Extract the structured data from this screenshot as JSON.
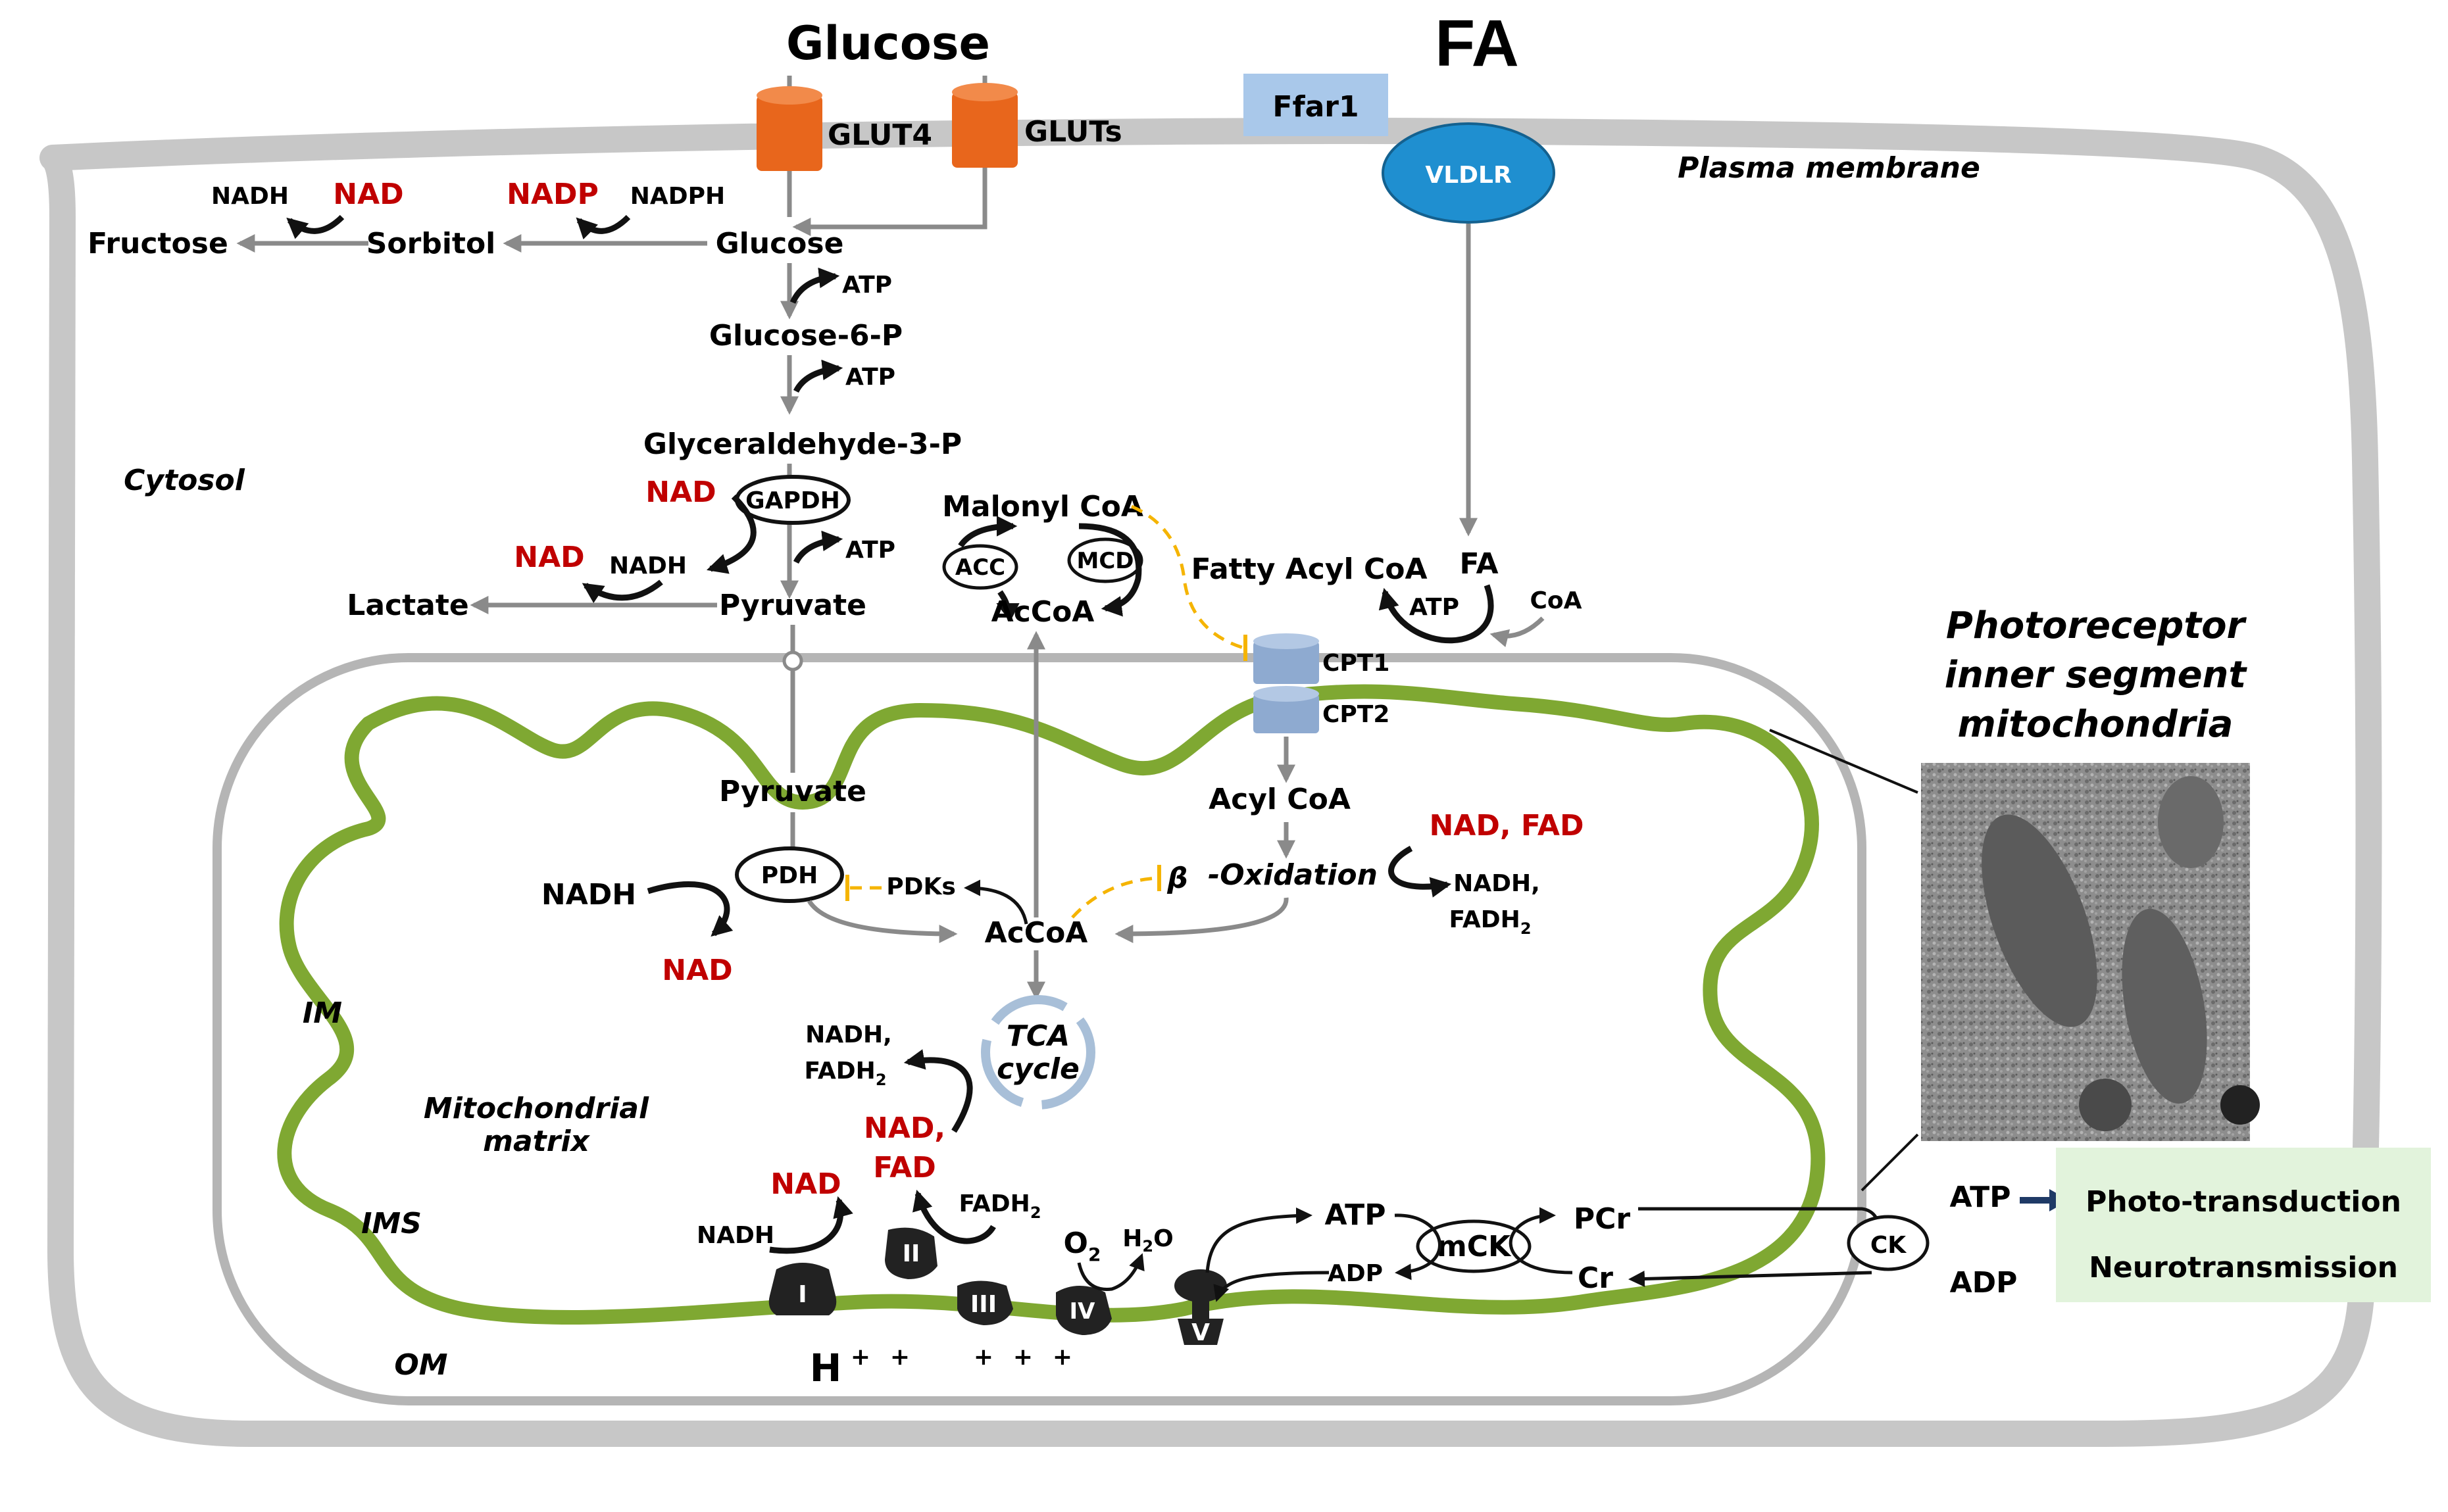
{
  "colors": {
    "membrane": "#c7c7c7",
    "mito_outer": "#bdbdbd",
    "inner_membrane": "#7fa832",
    "glut": "#e8661c",
    "vldlr": "#1f8fd0",
    "ffar1": "#a9c8ea",
    "cpt": "#8eaad0",
    "red_text": "#c00000",
    "output_box": "#e2f3dc",
    "inhibition": "#f5b400",
    "arrow_blue": "#1f3a66"
  },
  "top": {
    "glucose": "Glucose",
    "fa": "FA"
  },
  "membrane": {
    "glut4": "GLUT4",
    "gluts": "GLUTs",
    "ffar1": "Ffar1",
    "vldlr": "VLDLR",
    "plasma_membrane": "Plasma membrane",
    "cytosol": "Cytosol"
  },
  "polyol": {
    "nadh": "NADH",
    "nad": "NAD",
    "nadp": "NADP",
    "nadph": "NADPH",
    "fructose": "Fructose",
    "sorbitol": "Sorbitol"
  },
  "glycolysis": {
    "glucose": "Glucose",
    "atp1": "ATP",
    "g6p": "Glucose-6-P",
    "atp2": "ATP",
    "g3p": "Glyceraldehyde-3-P",
    "nad_gapdh": "NAD",
    "gapdh": "GAPDH",
    "nad_lac": "NAD",
    "nadh_lac": "NADH",
    "atp3": "ATP",
    "lactate": "Lactate",
    "pyruvate": "Pyruvate"
  },
  "fa_synth": {
    "malonyl": "Malonyl CoA",
    "acc": "ACC",
    "mcd": "MCD",
    "accoa": "AcCoA"
  },
  "fa_uptake": {
    "fatty_acyl": "Fatty Acyl CoA",
    "fa": "FA",
    "atp": "ATP",
    "coa": "CoA",
    "cpt1": "CPT1",
    "cpt2": "CPT2"
  },
  "photo": {
    "line1": "Photoreceptor",
    "line2": "inner segment",
    "line3": "mitochondria"
  },
  "mito": {
    "pyruvate": "Pyruvate",
    "pdh": "PDH",
    "nadh": "NADH",
    "nad": "NAD",
    "pdks": "PDKs",
    "accoa": "AcCoA",
    "acyl_coa": "Acyl CoA",
    "beta": "β",
    "oxidation": "-Oxidation",
    "nad_fad": "NAD, FAD",
    "nadh_fadh": "NADH,",
    "fadh2": "FADH",
    "tca1": "TCA",
    "tca2": "cycle",
    "tca_nadh": "NADH,",
    "tca_fadh": "FADH",
    "tca_nad": "NAD,",
    "tca_fad": "FAD",
    "matrix1": "Mitochondrial",
    "matrix2": "matrix",
    "im": "IM",
    "ims": "IMS",
    "om": "OM",
    "sub2": "2"
  },
  "etc": {
    "nad": "NAD",
    "nadh": "NADH",
    "fadh2": "FADH",
    "o2": "O",
    "h2o": "H",
    "h2o_tail": "O",
    "sub2": "2",
    "c1": "I",
    "c2": "II",
    "c3": "III",
    "c4": "IV",
    "c5": "V",
    "h": "H",
    "plus": "+"
  },
  "ck": {
    "atp": "ATP",
    "adp": "ADP",
    "mck": "mCK",
    "pcr": "PCr",
    "cr": "Cr",
    "ck": "CK",
    "atp_out": "ATP",
    "adp_out": "ADP"
  },
  "outputs": {
    "photo": "Photo-transduction",
    "neuro": "Neurotransmission"
  }
}
